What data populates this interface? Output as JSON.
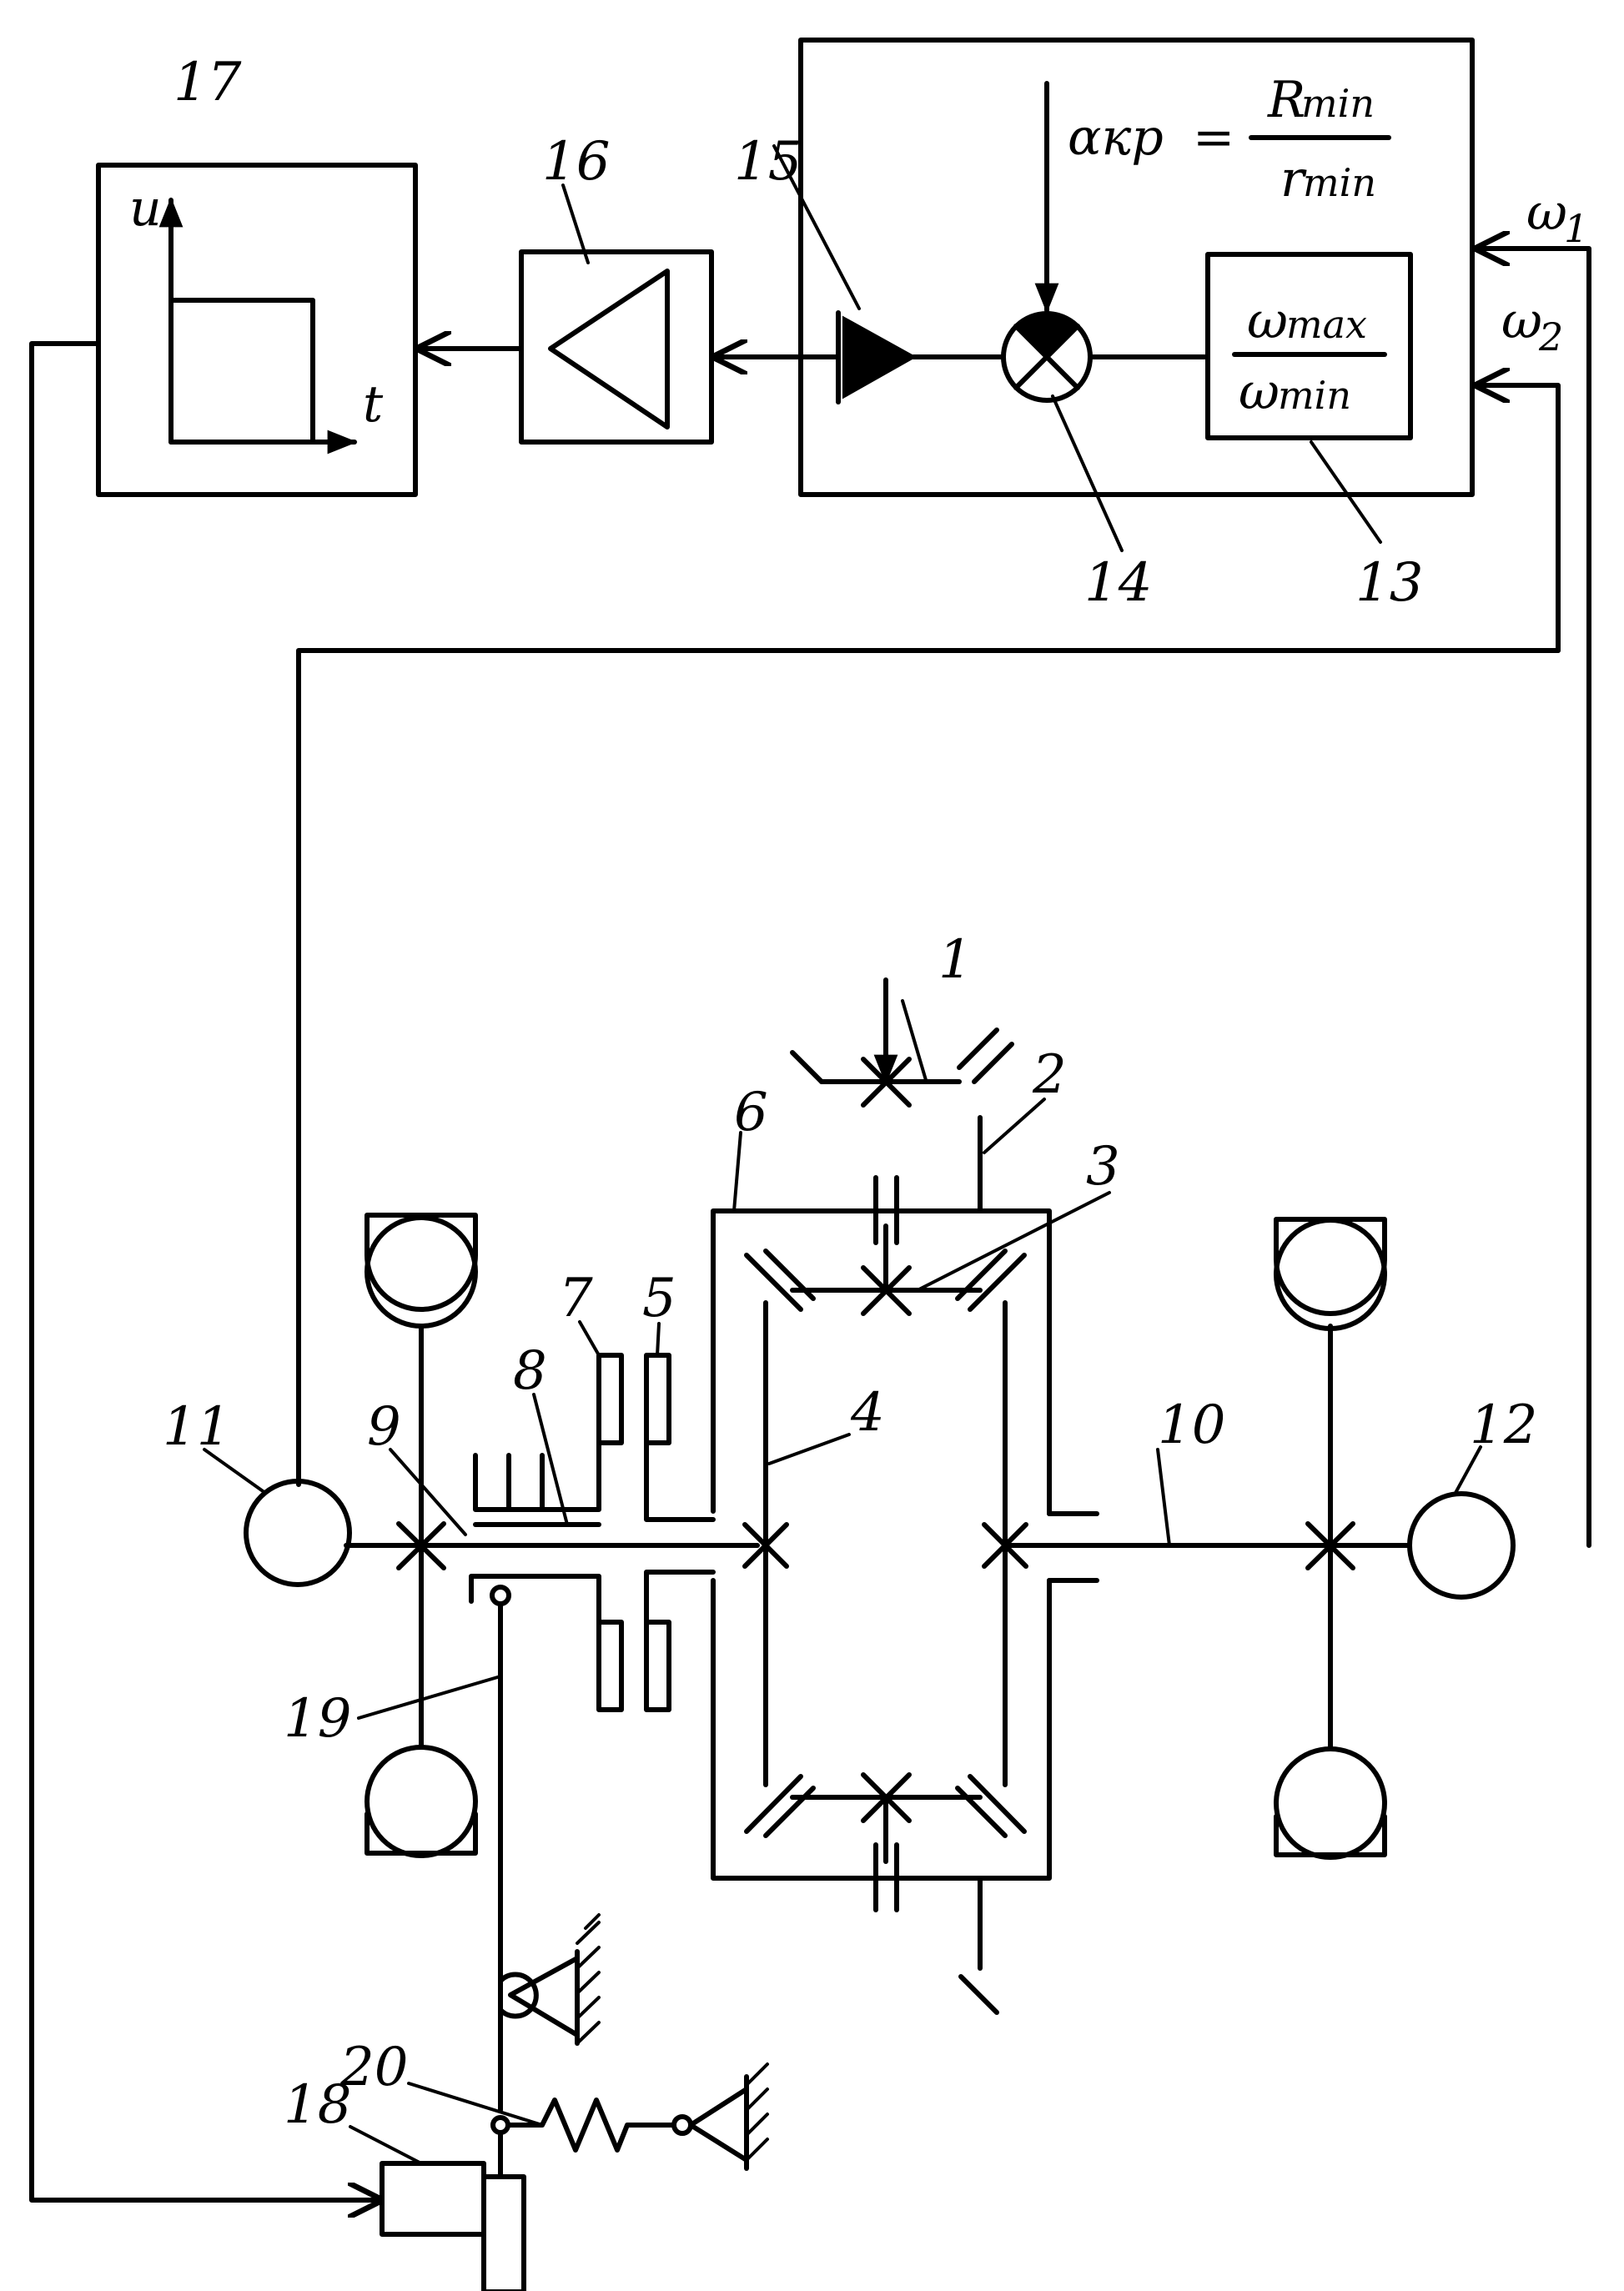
{
  "labels": {
    "n1": "1",
    "n2": "2",
    "n3": "3",
    "n4": "4",
    "n5": "5",
    "n6": "6",
    "n7": "7",
    "n8": "8",
    "n9": "9",
    "n10": "10",
    "n11": "11",
    "n12": "12",
    "n13": "13",
    "n14": "14",
    "n15": "15",
    "n16": "16",
    "n17": "17",
    "n18": "18",
    "n19": "19",
    "n20": "20"
  },
  "graph": {
    "y_axis": "u",
    "x_axis": "t"
  },
  "formula": {
    "lhs": "αкр",
    "eq": "=",
    "num_base": "R",
    "num_sub": "min",
    "den_base": "r",
    "den_sub": "min"
  },
  "ratio_block": {
    "num_base": "ω",
    "num_sub": "max",
    "den_base": "ω",
    "den_sub": "min"
  },
  "inputs": {
    "w1_base": "ω",
    "w1_sub": "1",
    "w2_base": "ω",
    "w2_sub": "2"
  }
}
